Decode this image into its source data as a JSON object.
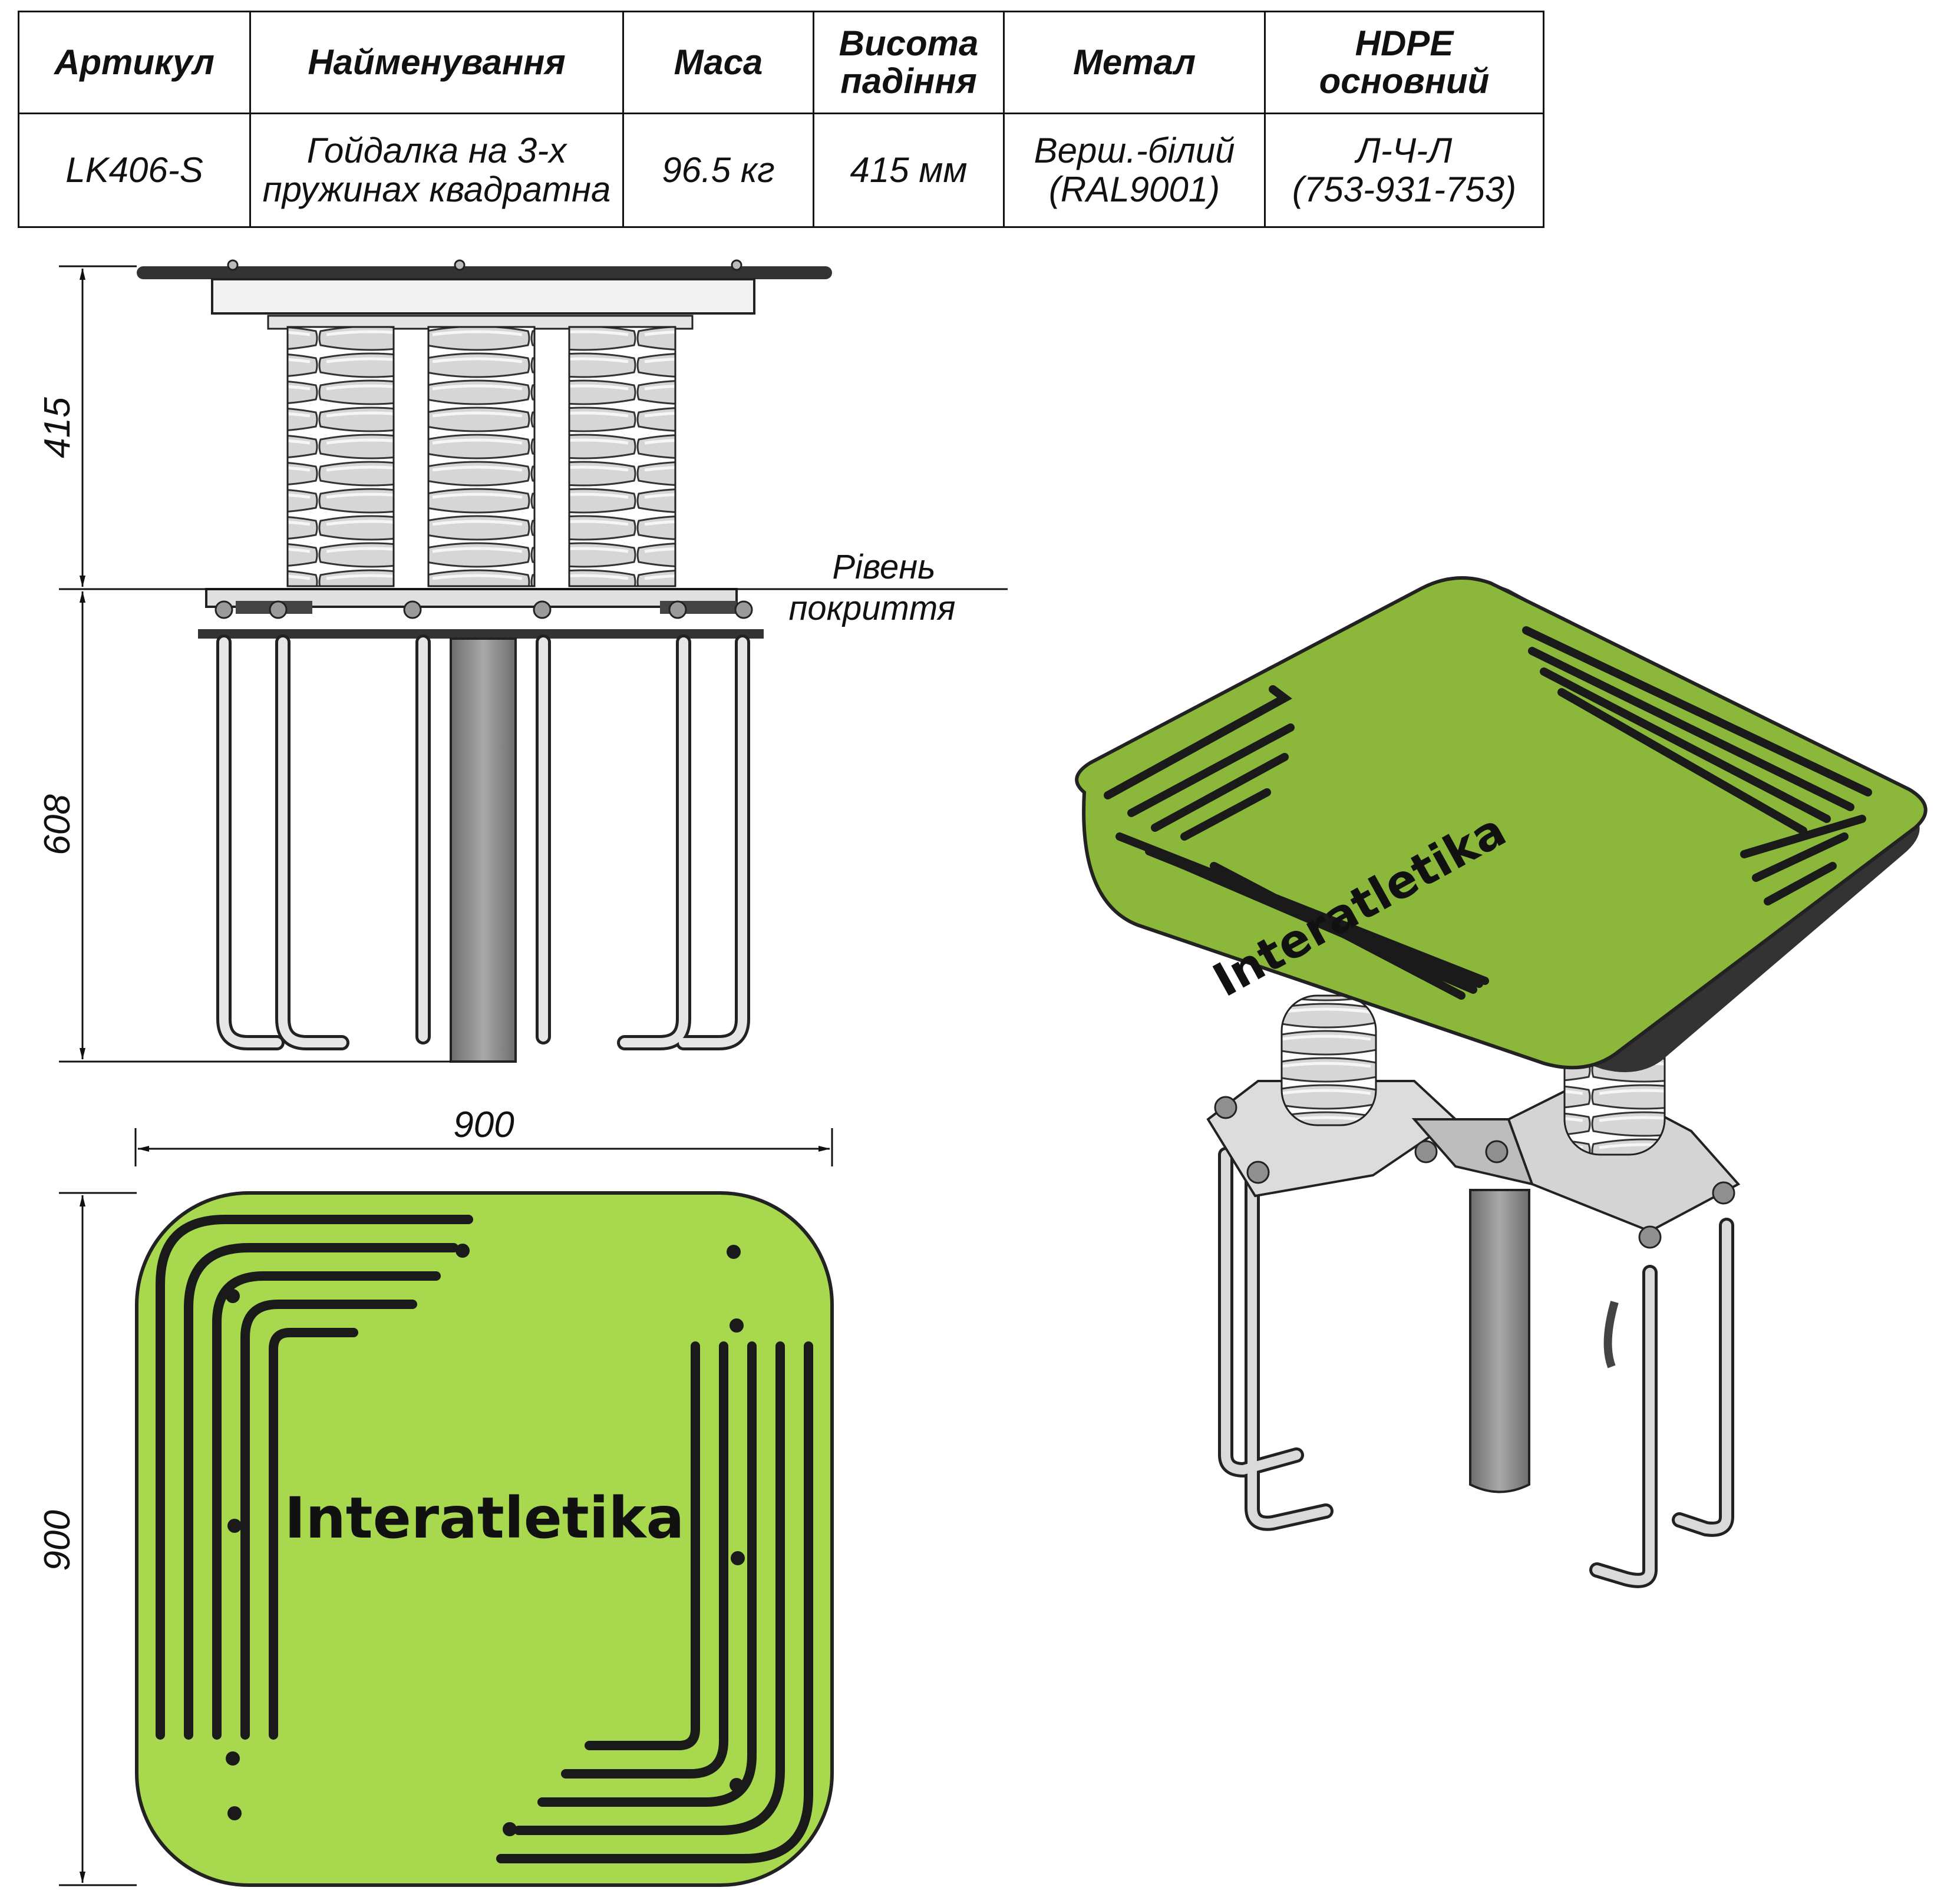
{
  "table": {
    "headers": [
      "Артикул",
      "Найменування",
      "Маса",
      "Висота падіння",
      "Метал",
      "HDPE основний"
    ],
    "header_lines": [
      [
        "Артикул"
      ],
      [
        "Найменування"
      ],
      [
        "Маса"
      ],
      [
        "Висота",
        "падіння"
      ],
      [
        "Метал"
      ],
      [
        "HDPE",
        "основний"
      ]
    ],
    "row_lines": [
      [
        "LK406-S"
      ],
      [
        "Гойдалка на 3-х",
        "пружинах квадратна"
      ],
      [
        "96.5 кг"
      ],
      [
        "415 мм"
      ],
      [
        "Верш.-білий",
        "(RAL9001)"
      ],
      [
        "Л-Ч-Л",
        "(753-931-753)"
      ]
    ]
  },
  "dimensions": {
    "height_above": "415",
    "depth_below": "608",
    "width_top": "900",
    "height_side": "900"
  },
  "level_label": {
    "line1": "Рівень",
    "line2": "покриття"
  },
  "brand": "Interatletika",
  "colors": {
    "seat_green_top": "#a8d84e",
    "seat_green_iso": "#8bb83a",
    "metal": "#e8e8e8",
    "post": "#8c8c8c",
    "ink": "#111111"
  }
}
